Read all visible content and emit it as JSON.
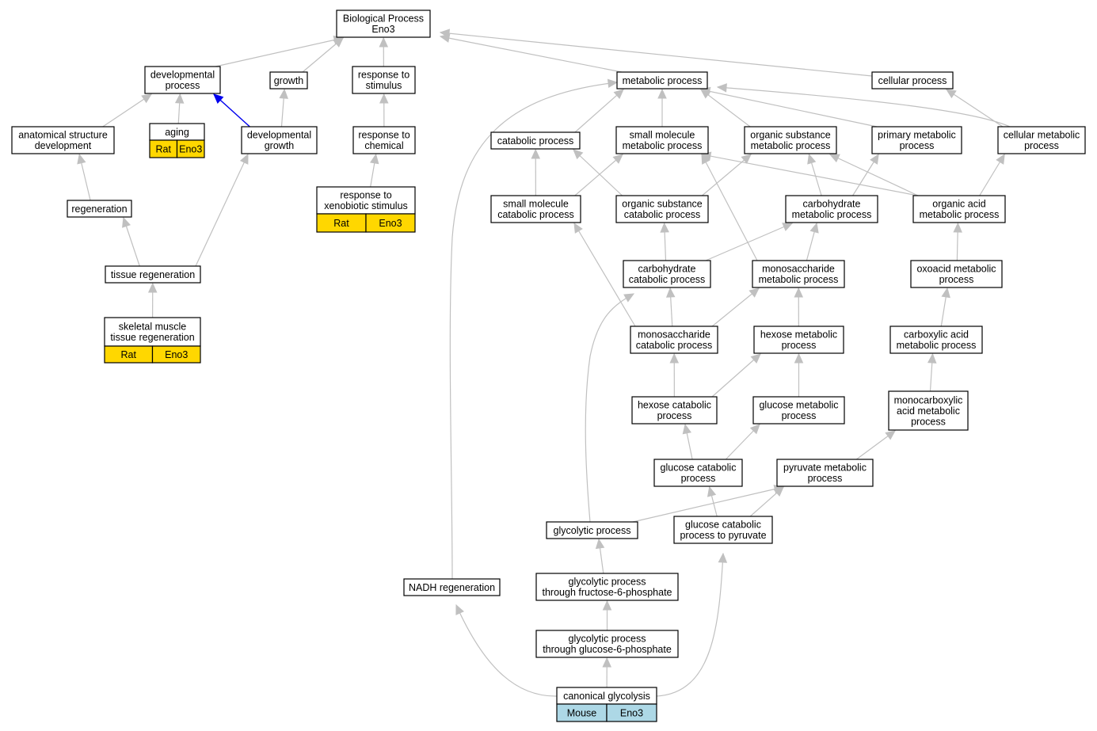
{
  "colors": {
    "edge": "#c0c0c0",
    "edge_highlight": "#0000ee",
    "rat_annotation": "#ffd700",
    "mouse_annotation": "#add8e6"
  },
  "nodes": {
    "bp_root": [
      "Biological Process",
      "Eno3"
    ],
    "developmental_process": [
      "developmental",
      "process"
    ],
    "growth": [
      "growth"
    ],
    "response_to_stimulus": [
      "response to",
      "stimulus"
    ],
    "metabolic_process": [
      "metabolic process"
    ],
    "cellular_process": [
      "cellular process"
    ],
    "anatomical_structure_development": [
      "anatomical structure",
      "development"
    ],
    "aging": [
      "aging"
    ],
    "developmental_growth": [
      "developmental",
      "growth"
    ],
    "response_to_chemical": [
      "response to",
      "chemical"
    ],
    "catabolic_process": [
      "catabolic process"
    ],
    "small_molecule_metabolic_process": [
      "small molecule",
      "metabolic process"
    ],
    "organic_substance_metabolic_process": [
      "organic substance",
      "metabolic process"
    ],
    "primary_metabolic_process": [
      "primary metabolic",
      "process"
    ],
    "cellular_metabolic_process": [
      "cellular metabolic",
      "process"
    ],
    "response_to_xenobiotic_stimulus": [
      "response to",
      "xenobiotic stimulus"
    ],
    "small_molecule_catabolic_process": [
      "small molecule",
      "catabolic process"
    ],
    "organic_substance_catabolic_process": [
      "organic substance",
      "catabolic process"
    ],
    "carbohydrate_metabolic_process": [
      "carbohydrate",
      "metabolic process"
    ],
    "organic_acid_metabolic_process": [
      "organic acid",
      "metabolic process"
    ],
    "regeneration": [
      "regeneration"
    ],
    "carbohydrate_catabolic_process": [
      "carbohydrate",
      "catabolic process"
    ],
    "monosaccharide_metabolic_process": [
      "monosaccharide",
      "metabolic process"
    ],
    "oxoacid_metabolic_process": [
      "oxoacid metabolic",
      "process"
    ],
    "tissue_regeneration": [
      "tissue regeneration"
    ],
    "skeletal_muscle_tissue_regeneration": [
      "skeletal muscle",
      "tissue regeneration"
    ],
    "monosaccharide_catabolic_process": [
      "monosaccharide",
      "catabolic process"
    ],
    "hexose_metabolic_process": [
      "hexose metabolic",
      "process"
    ],
    "carboxylic_acid_metabolic_process": [
      "carboxylic acid",
      "metabolic process"
    ],
    "hexose_catabolic_process": [
      "hexose catabolic",
      "process"
    ],
    "glucose_metabolic_process": [
      "glucose metabolic",
      "process"
    ],
    "monocarboxylic_acid_metabolic_process": [
      "monocarboxylic",
      "acid metabolic",
      "process"
    ],
    "glucose_catabolic_process": [
      "glucose catabolic",
      "process"
    ],
    "pyruvate_metabolic_process": [
      "pyruvate metabolic",
      "process"
    ],
    "glycolytic_process": [
      "glycolytic process"
    ],
    "glucose_catabolic_process_to_pyruvate": [
      "glucose catabolic",
      "process to pyruvate"
    ],
    "nadh_regeneration": [
      "NADH regeneration"
    ],
    "glycolytic_process_f6p": [
      "glycolytic process",
      "through fructose-6-phosphate"
    ],
    "glycolytic_process_g6p": [
      "glycolytic process",
      "through glucose-6-phosphate"
    ],
    "canonical_glycolysis": [
      "canonical glycolysis"
    ]
  },
  "annotations": {
    "aging": [
      "Rat",
      "Eno3"
    ],
    "response_to_xenobiotic_stimulus": [
      "Rat",
      "Eno3"
    ],
    "skeletal_muscle_tissue_regeneration": [
      "Rat",
      "Eno3"
    ],
    "canonical_glycolysis": [
      "Mouse",
      "Eno3"
    ]
  },
  "edges": [
    [
      "developmental_process",
      "bp_root"
    ],
    [
      "growth",
      "bp_root"
    ],
    [
      "response_to_stimulus",
      "bp_root"
    ],
    [
      "metabolic_process",
      "bp_root"
    ],
    [
      "cellular_process",
      "bp_root"
    ],
    [
      "anatomical_structure_development",
      "developmental_process"
    ],
    [
      "aging",
      "developmental_process"
    ],
    [
      "developmental_growth",
      "developmental_process",
      "highlight"
    ],
    [
      "developmental_growth",
      "growth"
    ],
    [
      "response_to_chemical",
      "response_to_stimulus"
    ],
    [
      "response_to_xenobiotic_stimulus",
      "response_to_chemical"
    ],
    [
      "regeneration",
      "anatomical_structure_development"
    ],
    [
      "tissue_regeneration",
      "regeneration"
    ],
    [
      "tissue_regeneration",
      "developmental_growth"
    ],
    [
      "skeletal_muscle_tissue_regeneration",
      "tissue_regeneration"
    ],
    [
      "catabolic_process",
      "metabolic_process"
    ],
    [
      "small_molecule_metabolic_process",
      "metabolic_process"
    ],
    [
      "organic_substance_metabolic_process",
      "metabolic_process"
    ],
    [
      "primary_metabolic_process",
      "metabolic_process"
    ],
    [
      "cellular_metabolic_process",
      "metabolic_process"
    ],
    [
      "cellular_metabolic_process",
      "cellular_process"
    ],
    [
      "small_molecule_catabolic_process",
      "catabolic_process"
    ],
    [
      "small_molecule_catabolic_process",
      "small_molecule_metabolic_process"
    ],
    [
      "organic_substance_catabolic_process",
      "catabolic_process"
    ],
    [
      "organic_substance_catabolic_process",
      "organic_substance_metabolic_process"
    ],
    [
      "carbohydrate_metabolic_process",
      "organic_substance_metabolic_process"
    ],
    [
      "carbohydrate_metabolic_process",
      "primary_metabolic_process"
    ],
    [
      "organic_acid_metabolic_process",
      "small_molecule_metabolic_process"
    ],
    [
      "organic_acid_metabolic_process",
      "organic_substance_metabolic_process"
    ],
    [
      "organic_acid_metabolic_process",
      "cellular_metabolic_process"
    ],
    [
      "carbohydrate_catabolic_process",
      "organic_substance_catabolic_process"
    ],
    [
      "carbohydrate_catabolic_process",
      "carbohydrate_metabolic_process"
    ],
    [
      "monosaccharide_metabolic_process",
      "carbohydrate_metabolic_process"
    ],
    [
      "monosaccharide_metabolic_process",
      "small_molecule_metabolic_process"
    ],
    [
      "oxoacid_metabolic_process",
      "organic_acid_metabolic_process"
    ],
    [
      "monosaccharide_catabolic_process",
      "small_molecule_catabolic_process"
    ],
    [
      "monosaccharide_catabolic_process",
      "carbohydrate_catabolic_process"
    ],
    [
      "monosaccharide_catabolic_process",
      "monosaccharide_metabolic_process"
    ],
    [
      "hexose_metabolic_process",
      "monosaccharide_metabolic_process"
    ],
    [
      "carboxylic_acid_metabolic_process",
      "oxoacid_metabolic_process"
    ],
    [
      "hexose_catabolic_process",
      "monosaccharide_catabolic_process"
    ],
    [
      "hexose_catabolic_process",
      "hexose_metabolic_process"
    ],
    [
      "glucose_metabolic_process",
      "hexose_metabolic_process"
    ],
    [
      "monocarboxylic_acid_metabolic_process",
      "carboxylic_acid_metabolic_process"
    ],
    [
      "glucose_catabolic_process",
      "hexose_catabolic_process"
    ],
    [
      "glucose_catabolic_process",
      "glucose_metabolic_process"
    ],
    [
      "pyruvate_metabolic_process",
      "monocarboxylic_acid_metabolic_process"
    ],
    [
      "glycolytic_process",
      "pyruvate_metabolic_process"
    ],
    [
      "glycolytic_process",
      "carbohydrate_catabolic_process"
    ],
    [
      "glucose_catabolic_process_to_pyruvate",
      "glucose_catabolic_process"
    ],
    [
      "glucose_catabolic_process_to_pyruvate",
      "pyruvate_metabolic_process"
    ],
    [
      "nadh_regeneration",
      "metabolic_process"
    ],
    [
      "glycolytic_process_f6p",
      "glycolytic_process"
    ],
    [
      "glycolytic_process_g6p",
      "glycolytic_process_f6p"
    ],
    [
      "canonical_glycolysis",
      "glycolytic_process_g6p"
    ],
    [
      "canonical_glycolysis",
      "nadh_regeneration"
    ],
    [
      "canonical_glycolysis",
      "glucose_catabolic_process_to_pyruvate"
    ]
  ]
}
